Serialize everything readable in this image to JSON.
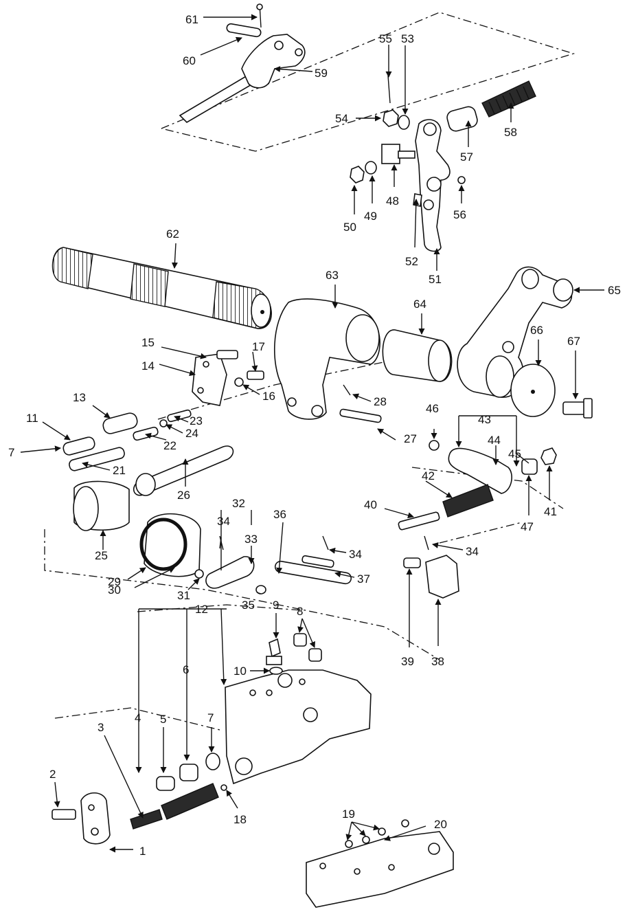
{
  "diagram": {
    "callouts": [
      "1",
      "2",
      "3",
      "4",
      "5",
      "6",
      "7",
      "7",
      "8",
      "9",
      "10",
      "11",
      "12",
      "13",
      "14",
      "15",
      "16",
      "17",
      "18",
      "19",
      "20",
      "21",
      "22",
      "23",
      "24",
      "25",
      "26",
      "27",
      "28",
      "29",
      "30",
      "31",
      "32",
      "33",
      "34",
      "34",
      "34",
      "35",
      "36",
      "37",
      "38",
      "39",
      "40",
      "41",
      "42",
      "43",
      "44",
      "45",
      "46",
      "47",
      "48",
      "49",
      "50",
      "51",
      "52",
      "53",
      "54",
      "55",
      "56",
      "57",
      "58",
      "59",
      "60",
      "61",
      "62",
      "63",
      "64",
      "65",
      "66",
      "67"
    ]
  }
}
